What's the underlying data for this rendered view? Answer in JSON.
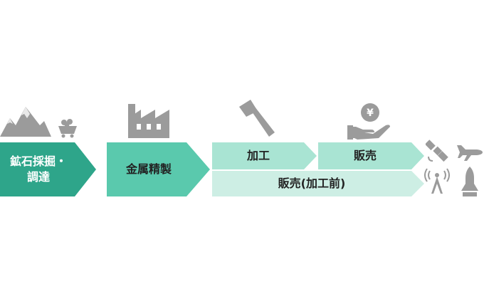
{
  "diagram": {
    "steps": [
      {
        "id": "mining",
        "label_line1": "鉱石採掘・",
        "label_line2": "調達",
        "color": "#2ea58a",
        "text_color": "#ffffff"
      },
      {
        "id": "refining",
        "label": "金属精製",
        "color": "#5ac9ad",
        "text_color": "#222222"
      },
      {
        "id": "processing",
        "label": "加工",
        "color": "#a9e4d3",
        "text_color": "#222222"
      },
      {
        "id": "sales",
        "label": "販売",
        "color": "#a9e4d3",
        "text_color": "#222222"
      },
      {
        "id": "sales-preprocess",
        "label": "販売(加工前)",
        "color": "#cdeee4",
        "text_color": "#222222"
      }
    ],
    "icons": {
      "mountain": "mountain-icon",
      "mine_cart": "mine-cart-icon",
      "factory": "factory-icon",
      "hammer": "hammer-icon",
      "hand_coin": "hand-coin-icon",
      "coin_symbol": "¥",
      "satellite": "satellite-icon",
      "airplane": "airplane-icon",
      "antenna": "radio-tower-icon",
      "rocket": "rocket-icon"
    },
    "icon_color": "#999999"
  }
}
